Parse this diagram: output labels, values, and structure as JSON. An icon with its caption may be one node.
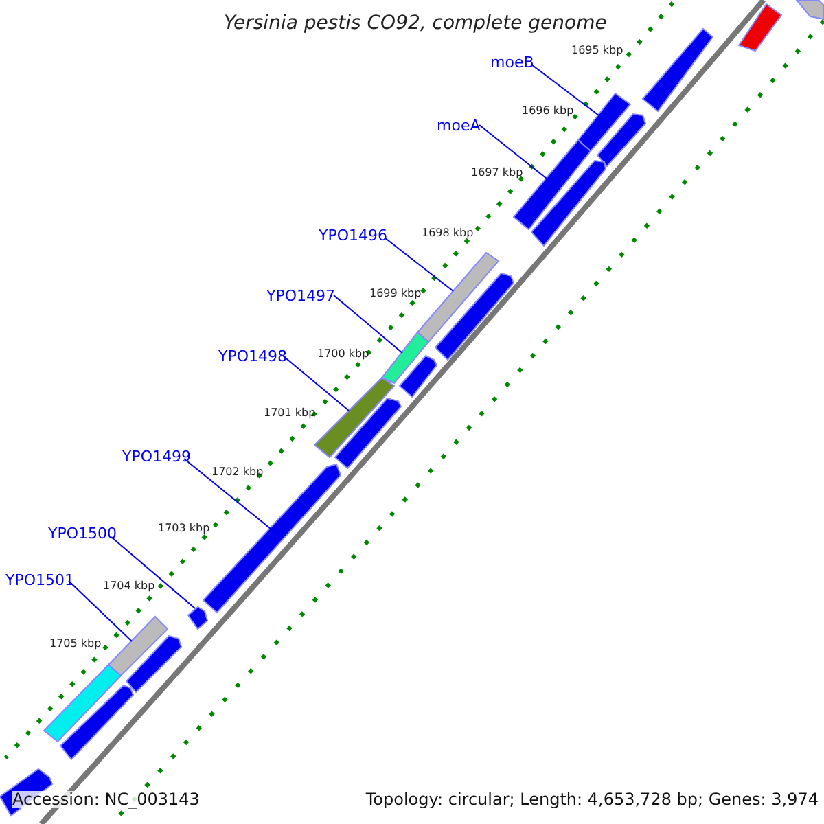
{
  "diagram": {
    "title": "Yersinia pestis CO92, complete genome",
    "nodes": [
      {
        "text": [
          "moeB"
        ]
      },
      {
        "text": [
          "moeA"
        ]
      },
      {
        "text": [
          "YPO1496"
        ]
      },
      {
        "text": [
          "YPO1497"
        ]
      },
      {
        "text": [
          "YPO1498"
        ]
      },
      {
        "text": [
          "YPO1499"
        ]
      },
      {
        "text": [
          "YPO1500"
        ]
      },
      {
        "text": [
          "YPO1501"
        ]
      },
      {
        "text": [],
        "shape": "bar"
      },
      {
        "text": [],
        "shape": "bar"
      },
      {
        "text": [],
        "shape": "bar"
      },
      {
        "text": [],
        "shape": "bar"
      },
      {
        "text": [],
        "shape": "bar"
      },
      {
        "text": [],
        "shape": "bar"
      },
      {
        "text": [],
        "shape": "bar"
      },
      {
        "text": [],
        "shape": "bar"
      },
      {
        "text": [],
        "shape": "bar"
      },
      {
        "text": [],
        "shape": "bar"
      },
      {
        "text": [],
        "shape": "bar"
      },
      {
        "text": [],
        "shape": "bar"
      },
      {
        "text": [],
        "shape": "bar"
      },
      {
        "text": [],
        "shape": "bar"
      },
      {
        "text": [],
        "shape": "bar"
      },
      {
        "text": [],
        "shape": "bar"
      },
      {
        "text": [],
        "shape": "bar"
      },
      {
        "text": [],
        "shape": "bar"
      },
      {
        "text": [],
        "shape": "bar"
      },
      {
        "text": [],
        "shape": "bar"
      }
    ],
    "edges": [
      {
        "from": 0,
        "to": 8,
        "arrow": "none"
      },
      {
        "from": 1,
        "to": 9,
        "arrow": "none"
      },
      {
        "from": 2,
        "to": 10,
        "arrow": "none"
      },
      {
        "from": 3,
        "to": 11,
        "arrow": "none"
      },
      {
        "from": 4,
        "to": 12,
        "arrow": "none"
      },
      {
        "from": 5,
        "to": 13,
        "arrow": "none"
      },
      {
        "from": 6,
        "to": 14,
        "arrow": "none"
      },
      {
        "from": 7,
        "to": 15,
        "arrow": "none"
      }
    ],
    "labels": [
      "1695 kbp",
      "1696 kbp",
      "1697 kbp",
      "1698 kbp",
      "1699 kbp",
      "1700 kbp",
      "1701 kbp",
      "1702 kbp",
      "1703 kbp",
      "1704 kbp",
      "1705 kbp",
      "Accession: NC_003143",
      "Topology: circular; Length: 4,653,728 bp; Genes: 3,974"
    ]
  }
}
